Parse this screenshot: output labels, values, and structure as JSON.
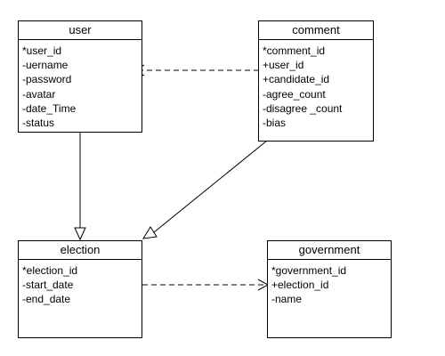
{
  "entities": {
    "user": {
      "name": "user",
      "attributes": [
        "*user_id",
        "-uername",
        "-password",
        "-avatar",
        "-date_Time",
        "-status"
      ]
    },
    "comment": {
      "name": "comment",
      "attributes": [
        "*comment_id",
        "+user_id",
        "+candidate_id",
        "-agree_count",
        "-disagree _count",
        "-bias"
      ]
    },
    "election": {
      "name": "election",
      "attributes": [
        "*election_id",
        "-start_date",
        "-end_date"
      ]
    },
    "government": {
      "name": "government",
      "attributes": [
        "*government_id",
        "+election_id",
        "-name"
      ]
    }
  },
  "relationships": [
    {
      "from": "comment",
      "to": "user",
      "kind": "dependency",
      "style": "dashed",
      "arrowhead": "open"
    },
    {
      "from": "user",
      "to": "election",
      "kind": "generalization",
      "style": "solid",
      "arrowhead": "hollow-triangle"
    },
    {
      "from": "comment",
      "to": "election",
      "kind": "generalization",
      "style": "solid",
      "arrowhead": "hollow-triangle"
    },
    {
      "from": "election",
      "to": "government",
      "kind": "dependency",
      "style": "dashed",
      "arrowhead": "open"
    }
  ]
}
